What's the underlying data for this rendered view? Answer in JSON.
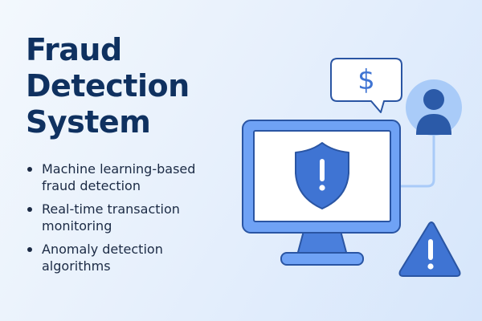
{
  "title": {
    "lines": [
      "Fraud",
      "Detection",
      "System"
    ]
  },
  "features": [
    {
      "text": "Machine learning-based fraud detection"
    },
    {
      "text": "Real-time transaction monitoring"
    },
    {
      "text": "Anomaly detection algorithms"
    }
  ],
  "illustration": {
    "speech_bubble_symbol": "$",
    "icons": [
      "monitor-icon",
      "shield-alert-icon",
      "speech-bubble-dollar-icon",
      "user-avatar-icon",
      "warning-triangle-icon"
    ]
  },
  "colors": {
    "title": "#0f3160",
    "text": "#1b2a44",
    "primary_blue": "#3f74d3",
    "frame_blue": "#6fa2f5",
    "outline": "#2a55a3",
    "avatar_bg": "#a9cbf8",
    "avatar_fg": "#2b5aa8",
    "connector": "#a9cbf8"
  }
}
